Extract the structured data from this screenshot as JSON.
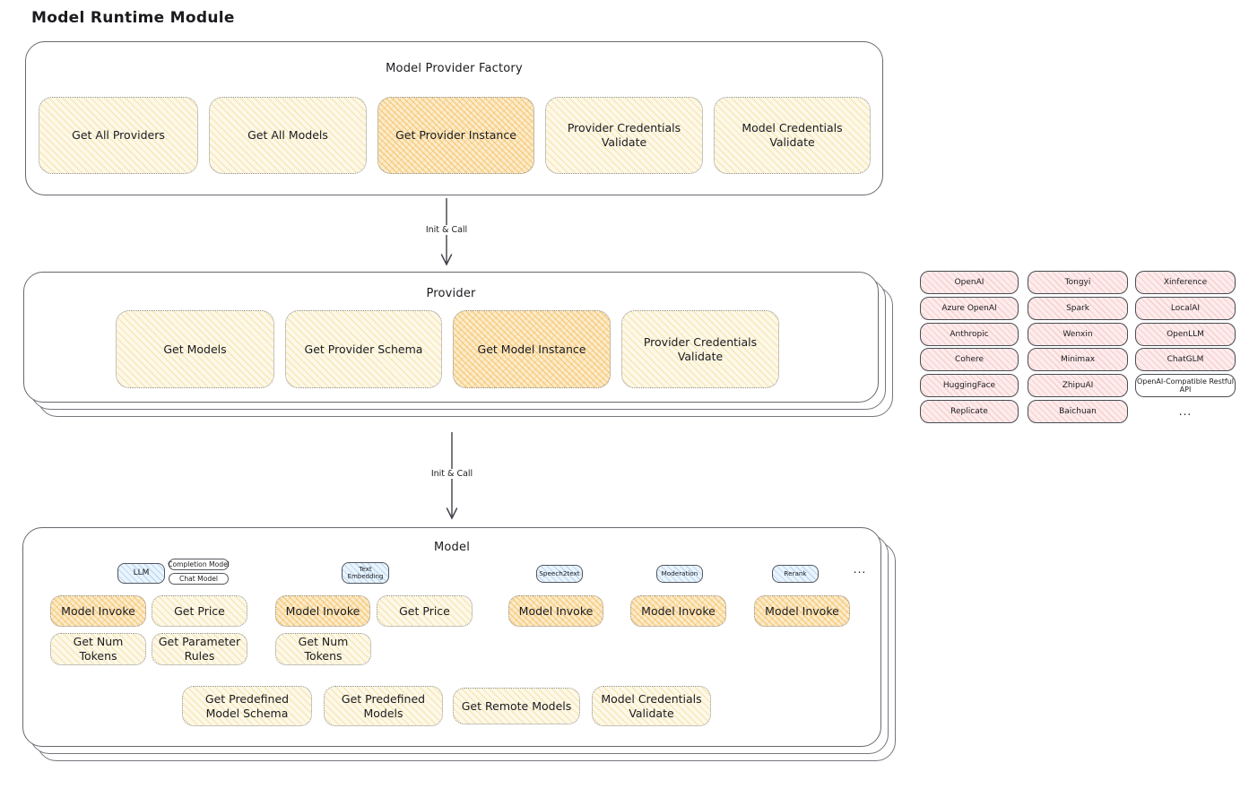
{
  "title": "Model Runtime Module",
  "factory": {
    "title": "Model Provider Factory",
    "boxes": [
      {
        "label": "Get All Providers",
        "highlight": false
      },
      {
        "label": "Get All Models",
        "highlight": false
      },
      {
        "label": "Get Provider Instance",
        "highlight": true
      },
      {
        "label": "Provider Credentials Validate",
        "highlight": false
      },
      {
        "label": "Model Credentials Validate",
        "highlight": false
      }
    ]
  },
  "arrows": [
    {
      "label": "Init & Call"
    },
    {
      "label": "Init & Call"
    }
  ],
  "provider": {
    "title": "Provider",
    "boxes": [
      {
        "label": "Get Models",
        "highlight": false
      },
      {
        "label": "Get Provider Schema",
        "highlight": false
      },
      {
        "label": "Get Model Instance",
        "highlight": true
      },
      {
        "label": "Provider Credentials Validate",
        "highlight": false
      }
    ]
  },
  "providers_grid": {
    "rows": [
      [
        "OpenAI",
        "Tongyi",
        "Xinference"
      ],
      [
        "Azure OpenAI",
        "Spark",
        "LocalAI"
      ],
      [
        "Anthropic",
        "Wenxin",
        "OpenLLM"
      ],
      [
        "Cohere",
        "Minimax",
        "ChatGLM"
      ],
      [
        "HuggingFace",
        "ZhipuAI",
        "OpenAI-Compatible Restful API"
      ],
      [
        "Replicate",
        "Baichuan",
        "..."
      ]
    ]
  },
  "model": {
    "title": "Model",
    "tabs": {
      "llm": "LLM",
      "completion_model": "Completion Model",
      "chat_model": "Chat Model",
      "text_embedding": "Text Embedding",
      "speech2text": "Speech2text",
      "moderation": "Moderation",
      "rerank": "Rerank",
      "ellipsis": "..."
    },
    "row1": [
      {
        "label": "Model Invoke",
        "highlight": true
      },
      {
        "label": "Get Price",
        "highlight": false
      },
      {
        "label": "Model Invoke",
        "highlight": true
      },
      {
        "label": "Get Price",
        "highlight": false
      },
      {
        "label": "Model Invoke",
        "highlight": true
      },
      {
        "label": "Model Invoke",
        "highlight": true
      },
      {
        "label": "Model Invoke",
        "highlight": true
      }
    ],
    "row2": [
      {
        "label": "Get Num Tokens"
      },
      {
        "label": "Get Parameter Rules"
      },
      {
        "label": "Get Num Tokens"
      }
    ],
    "bottom_boxes": [
      {
        "label": "Get Predefined Model Schema"
      },
      {
        "label": "Get Predefined Models"
      },
      {
        "label": "Get Remote Models"
      },
      {
        "label": "Model Credentials Validate"
      }
    ]
  },
  "colors": {
    "yellow_fill": "#fdf8e8",
    "yellow_hatch": "#eccb6a",
    "orange_fill": "#fbeccb",
    "orange_hatch": "#f6ad3e",
    "pink_fill": "#fdecec",
    "pink_hatch": "#ee9696",
    "blue_fill": "#eaf4fc",
    "blue_hatch": "#78afe6",
    "container_border": "#66696f",
    "text": "#1b1b1f"
  }
}
